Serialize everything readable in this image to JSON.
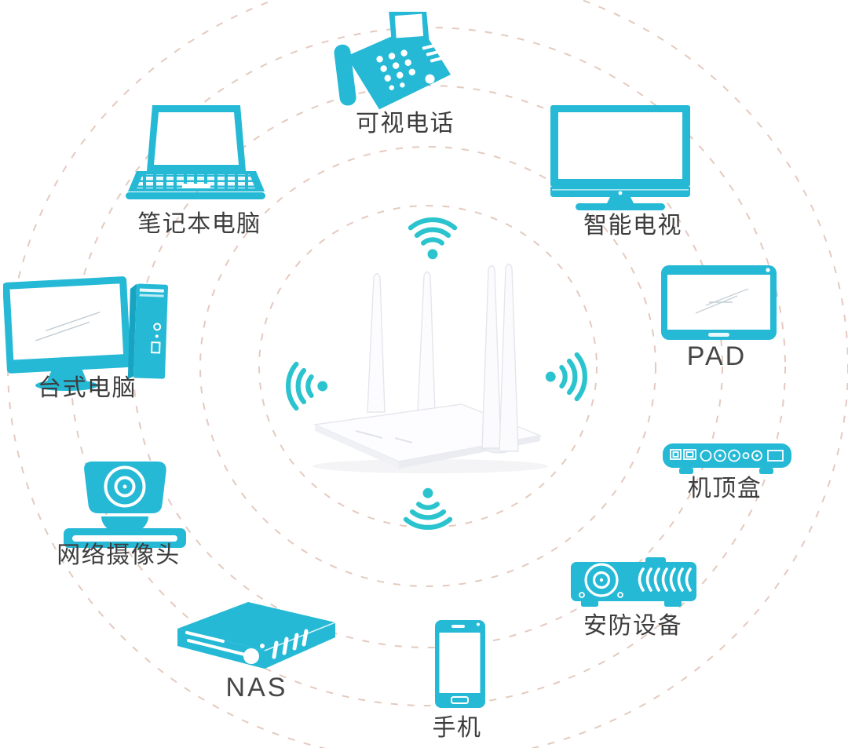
{
  "colors": {
    "device_teal": "#25b9d6",
    "device_teal_shade": "#17a3c2",
    "wifi_teal": "#2bc4ce",
    "ring_dash": "#cf9f8c",
    "label_text": "#3d3d3d",
    "background": "#ffffff"
  },
  "rings": {
    "count": 5,
    "style": "dashed",
    "shape": "concentric-ellipses"
  },
  "center": {
    "icon": "wireless-router-icon",
    "signal_icons": [
      {
        "icon": "wifi-signal-icon",
        "direction": "up"
      },
      {
        "icon": "wifi-signal-icon",
        "direction": "left"
      },
      {
        "icon": "wifi-signal-icon",
        "direction": "right"
      },
      {
        "icon": "wifi-signal-icon",
        "direction": "down"
      }
    ]
  },
  "nodes": [
    {
      "id": "videophone",
      "label": "可视电话",
      "icon": "videophone-icon"
    },
    {
      "id": "smart-tv",
      "label": "智能电视",
      "icon": "smart-tv-icon"
    },
    {
      "id": "pad",
      "label": "PAD",
      "icon": "tablet-icon"
    },
    {
      "id": "set-top-box",
      "label": "机顶盒",
      "icon": "set-top-box-icon"
    },
    {
      "id": "security",
      "label": "安防设备",
      "icon": "security-device-icon"
    },
    {
      "id": "phone",
      "label": "手机",
      "icon": "smartphone-icon"
    },
    {
      "id": "nas",
      "label": "NAS",
      "icon": "nas-icon"
    },
    {
      "id": "camera",
      "label": "网络摄像头",
      "icon": "network-camera-icon"
    },
    {
      "id": "desktop",
      "label": "台式电脑",
      "icon": "desktop-computer-icon"
    },
    {
      "id": "laptop",
      "label": "笔记本电脑",
      "icon": "laptop-icon"
    }
  ]
}
